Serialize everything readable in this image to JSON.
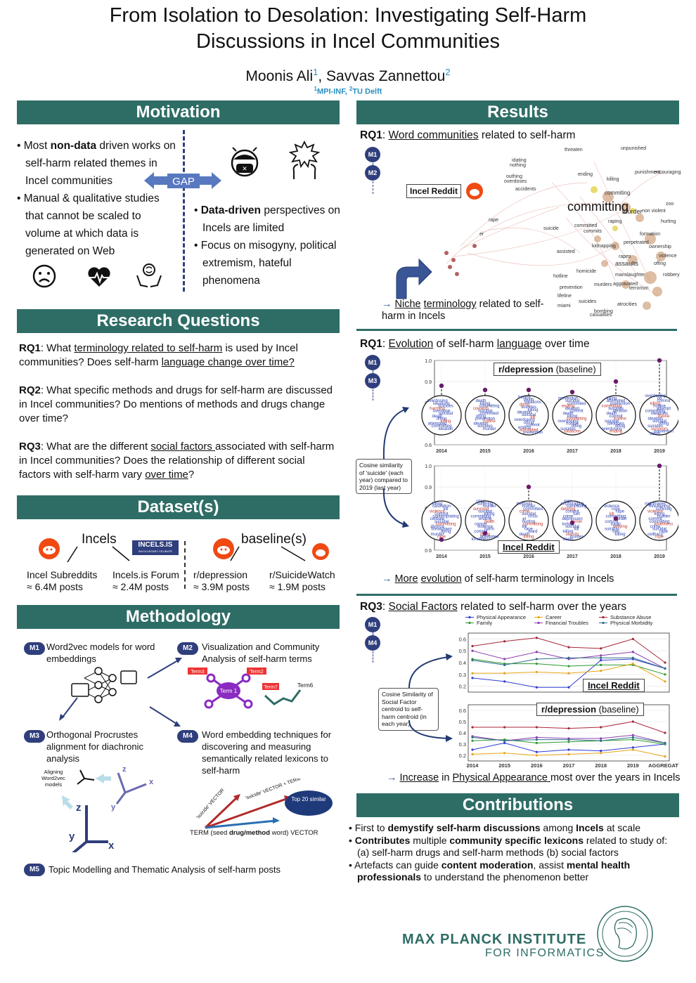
{
  "title_line1": "From Isolation to Desolation: Investigating Self-Harm",
  "title_line2": "Discussions in Incel Communities",
  "authors": {
    "a1": "Moonis Ali",
    "a1_sup": "1",
    "sep": ", ",
    "a2": "Savvas Zannettou",
    "a2_sup": "2"
  },
  "affiliations": {
    "s1": "1",
    "t1": "MPI-INF, ",
    "s2": "2",
    "t2": "TU Delft"
  },
  "motivation": {
    "header": "Motivation",
    "left_bullets": [
      {
        "pre": "Most ",
        "bold": "non-data",
        "post": " driven works on self-harm related themes in Incel communities"
      },
      {
        "pre": "Manual & qualitative studies that cannot be scaled to volume at which data is generated on Web",
        "bold": "",
        "post": ""
      }
    ],
    "gap": "GAP",
    "right_bullets": [
      {
        "bold": "Data-driven",
        "post": " perspectives on Incels are limited"
      },
      {
        "bold": "",
        "post": "Focus on misogyny, political extremism, hateful phenomena"
      }
    ]
  },
  "research_questions": {
    "header": "Research Questions",
    "rq1": {
      "label": "RQ1",
      "t1": ": What ",
      "u1": "terminology related to self-harm",
      "t2": " is used by Incel communities? Does self-harm ",
      "u2": "language change over time?",
      "t3": ""
    },
    "rq2": {
      "label": "RQ2",
      "t1": ": What specific methods and drugs for self-harm are discussed in Incel communities? Do mentions of methods and drugs change over time?"
    },
    "rq3": {
      "label": "RQ3",
      "t1": ": What are the different ",
      "u1": "social factors ",
      "t2": "associated with self-harm in Incel communities? Does the relationship of different social factors with self-harm vary ",
      "u2": "over time",
      "t3": "?"
    }
  },
  "dataset": {
    "header": "Dataset(s)",
    "incels_label": "Incels",
    "baseline_label": "baseline(s)",
    "incels_logo": "INCELS.IS",
    "incels_logo_sub": "INVOLUNTARY CELIBATE",
    "items": [
      {
        "name": "Incel Subreddits",
        "count": "≈ 6.4M posts"
      },
      {
        "name": "Incels.is Forum",
        "count": "≈ 2.4M posts"
      },
      {
        "name": "r/depression",
        "count": "≈ 3.9M posts"
      },
      {
        "name": "r/SuicideWatch",
        "count": "≈ 1.9M posts"
      }
    ]
  },
  "methodology": {
    "header": "Methodology",
    "m1": {
      "badge": "M1",
      "text": "Word2vec models for word embeddings"
    },
    "m2": {
      "badge": "M2",
      "text": "Visualization and Community Analysis of self-harm terms"
    },
    "m3": {
      "badge": "M3",
      "text": "Orthogonal Procrustes alignment for diachronic analysis"
    },
    "m4": {
      "badge": "M4",
      "text": "Word embedding techniques for discovering and measuring semantically related lexicons to self-harm"
    },
    "m5": {
      "badge": "M5",
      "text": "Topic Modelling and Thematic Analysis of self-harm posts"
    },
    "terms": {
      "term1": "Term 1",
      "term2": "Term2",
      "term3": "Term3",
      "term6": "Term6",
      "term7": "Term7"
    },
    "aligning": "Aligning Word2vec models",
    "axes": {
      "x": "x",
      "y": "y",
      "z": "z"
    },
    "vectors": {
      "suicide": "'suicide' VECTOR",
      "suicide_term": "'suicide' VECTOR + TERM VECTOR",
      "top20": "Top 20 similar",
      "term_pre": "TERM (seed ",
      "term_bold": "drug/method",
      "term_post": " word) VECTOR"
    }
  },
  "results": {
    "header": "Results",
    "rq1a": {
      "label": "RQ1",
      "pre": ": ",
      "u": "Word communities",
      "post": " related to self-harm",
      "badges": [
        "M1",
        "M2"
      ],
      "legend": "Incel Reddit",
      "big_word": "committing",
      "link_pre": "→ ",
      "link_u1": "Niche",
      "link_u2": "terminology",
      "link_post": " related to self-harm in Incels"
    },
    "rq1b": {
      "label": "RQ1",
      "pre": ": ",
      "u1": "Evolution",
      "mid": " of self-harm ",
      "u2": "language",
      "post": " over time",
      "badges": [
        "M1",
        "M3"
      ],
      "box_top": "r/depression",
      "box_top_post": " (baseline)",
      "box_bottom": "Incel Reddit",
      "note": "Cosine similarity of 'suicide' (each year) compared to 2019 (last year)",
      "link_pre": "→ ",
      "link_u1": "More",
      "link_u2": "evolution",
      "link_post": " of self-harm terminology in Incels"
    },
    "rq3": {
      "label": "RQ3",
      "pre": ": ",
      "u": "Social Factors",
      "post": " related to self-harm over the years",
      "badges": [
        "M1",
        "M4"
      ],
      "box_top": "Incel Reddit",
      "box_bottom": "r/depression",
      "box_bottom_post": " (baseline)",
      "note": "Cosine Similarity of Social Factor centroid to self-harm centroid (in each year)",
      "link_pre": "→ ",
      "link_u1": "Increase",
      "link_mid": " in ",
      "link_u2": "Physical Appearance ",
      "link_post": "most over the years in Incels"
    }
  },
  "contributions": {
    "header": "Contributions",
    "b1": {
      "pre": "First to ",
      "bold1": "demystify self-harm discussions",
      "mid": " among ",
      "bold2": "Incels",
      "post": " at scale"
    },
    "b2": {
      "bold1": "Contributes",
      "mid": " multiple ",
      "bold2": "community specific lexicons",
      "post": " related to study of: (a) self-harm drugs and self-harm methods (b) social factors"
    },
    "b3": {
      "pre": "Artefacts can guide ",
      "bold1": "content moderation",
      "mid": ", assist ",
      "bold2": "mental health professionals",
      "post": " to understand the phenomenon better"
    }
  },
  "footer": {
    "line1": "MAX PLANCK INSTITUTE",
    "line2": "FOR INFORMATICS"
  },
  "wordcloud": [
    "threaten",
    "unpunished",
    "idating",
    "nothing",
    "outhing",
    "overdoses",
    "ending",
    "punishment",
    "encouraging",
    "killing",
    "commiting",
    "accidents",
    "raping",
    "committing",
    "murder",
    "non violent",
    "zoo",
    "rape",
    "hurting",
    "committed",
    "raping",
    "suicide",
    "commits",
    "formation",
    "er",
    "perpetrated",
    "ownership",
    "homicide",
    "assaults",
    "offing",
    "robbery",
    "hotline",
    "manslaughter",
    "murders",
    "aggravated",
    "terrorism",
    "prevention",
    "lifeline",
    "suicides",
    "bombing",
    "casualties",
    "atrocities",
    "miami",
    "assisted",
    "kidnapping",
    "violence",
    "rapes"
  ],
  "chart_data": [
    {
      "type": "scatter",
      "title": "r/depression (baseline)",
      "x": [
        2014,
        2015,
        2016,
        2017,
        2018,
        2019
      ],
      "y": [
        0.88,
        0.86,
        0.86,
        0.85,
        0.9,
        1.0
      ],
      "ylim": [
        0.6,
        1.0
      ],
      "yticks": [
        0.6,
        0.7,
        0.8,
        0.9,
        1.0
      ],
      "word_clusters": [
        [
          "overdosing",
          "ideations",
          "suicides",
          "harming",
          "overdose",
          "suicidal",
          "death",
          "offing",
          "killing",
          "attempted",
          "committing",
          "ideation"
        ],
        [
          "death",
          "killing",
          "committing",
          "cowards",
          "suicidal",
          "commited",
          "offing",
          "prevention",
          "hotline",
          "ideation",
          "suicides",
          "murder"
        ],
        [
          "hotline",
          "death",
          "ideations",
          "dying",
          "suicides",
          "killing",
          "ideation",
          "suicidal",
          "kill",
          "overdosing",
          "offing",
          "commit",
          "ending",
          "attempted",
          "prevention"
        ],
        [
          "prevention",
          "suicidal",
          "commited",
          "ending",
          "ideation",
          "commit",
          "death",
          "killing",
          "committing",
          "overdosing",
          "hotline",
          "offing",
          "suicides",
          "ideations"
        ],
        [
          "killing",
          "attempted",
          "prevention",
          "committing",
          "suicides",
          "ideation",
          "death",
          "commit",
          "hotline",
          "suicidal",
          "ideations",
          "offing",
          "overdosing",
          "ending"
        ],
        [
          "overdosing",
          "od",
          "commit",
          "killing",
          "hotline",
          "attempt",
          "committing",
          "ideations",
          "lifeline",
          "ideation",
          "suicidal",
          "offing",
          "suicides",
          "survivors",
          "prevention",
          "death"
        ]
      ]
    },
    {
      "type": "scatter",
      "title": "Incel Reddit",
      "x": [
        2014,
        2015,
        2016,
        2017,
        2018,
        2019
      ],
      "y": [
        0.65,
        0.68,
        0.9,
        0.73,
        0.75,
        1.0
      ],
      "ylim": [
        0.6,
        1.0
      ],
      "yticks": [
        0.6,
        0.7,
        0.8,
        0.9,
        1.0
      ],
      "word_clusters": [
        [
          "killing",
          "castration",
          "kill",
          "violence",
          "commit",
          "contemplating",
          "celibate",
          "suicidal",
          "committing",
          "divorce",
          "breakdown",
          "dying",
          "murder",
          "rape"
        ],
        [
          "crisis",
          "suffering",
          "murder",
          "survived",
          "suicidal",
          "killing",
          "committing",
          "ending",
          "death",
          "cancer",
          "violence",
          "harm",
          "commit",
          "dying",
          "attempted",
          "loneliness"
        ],
        [
          "methods",
          "murder",
          "committed",
          "crime",
          "suicidal",
          "crisis",
          "er",
          "hurting",
          "committing",
          "kill",
          "rape",
          "ward",
          "death",
          "killing"
        ],
        [
          "rope",
          "encouraging",
          "committing",
          "deleting",
          "commit",
          "fuel",
          "crime",
          "depression",
          "heroin",
          "torture",
          "suicidal",
          "kill",
          "killing",
          "obesity",
          "murder",
          "death"
        ],
        [
          "violence",
          "rope",
          "rape",
          "kill",
          "committing",
          "murder",
          "commit",
          "tragic",
          "bullying",
          "suicidal",
          "fuel",
          "killing"
        ],
        [
          "nightmares",
          "threatening",
          "suffering",
          "violence",
          "killing",
          "murder",
          "commit",
          "committing",
          "loneliness",
          "crime",
          "suicidal",
          "rape",
          "celibacy",
          "rope"
        ]
      ]
    },
    {
      "type": "line",
      "title": "Incel Reddit",
      "categories": [
        "2014",
        "2015",
        "2016",
        "2017",
        "2018",
        "2019",
        "AGGREGATE"
      ],
      "ylim": [
        0.15,
        0.65
      ],
      "yticks": [
        0.2,
        0.3,
        0.4,
        0.5,
        0.6
      ],
      "legend": "top",
      "series": [
        {
          "name": "Physical Appearance",
          "color": "#2f3bd6",
          "values": [
            0.27,
            0.24,
            0.19,
            0.19,
            0.42,
            0.43,
            0.35
          ]
        },
        {
          "name": "Family",
          "color": "#2a9a2f",
          "values": [
            0.43,
            0.39,
            0.39,
            0.37,
            0.38,
            0.38,
            0.3
          ]
        },
        {
          "name": "Career",
          "color": "#e8a516",
          "values": [
            0.31,
            0.31,
            0.32,
            0.31,
            0.33,
            0.39,
            0.24
          ]
        },
        {
          "name": "Financial Troubles",
          "color": "#8b3fb0",
          "values": [
            0.5,
            0.43,
            0.49,
            0.43,
            0.46,
            0.49,
            0.35
          ]
        },
        {
          "name": "Substance Abuse",
          "color": "#a8293a",
          "values": [
            0.54,
            0.58,
            0.61,
            0.53,
            0.52,
            0.6,
            0.4
          ]
        },
        {
          "name": "Physical Morbidity",
          "color": "#2f6f8a",
          "values": [
            0.42,
            0.38,
            0.43,
            0.44,
            0.44,
            0.44,
            0.35
          ]
        }
      ]
    },
    {
      "type": "line",
      "title": "r/depression (baseline)",
      "categories": [
        "2014",
        "2015",
        "2016",
        "2017",
        "2018",
        "2019",
        "AGGREGATE"
      ],
      "ylim": [
        0.15,
        0.65
      ],
      "yticks": [
        0.2,
        0.3,
        0.4,
        0.5,
        0.6
      ],
      "series": [
        {
          "name": "Physical Appearance",
          "color": "#2f3bd6",
          "values": [
            0.25,
            0.31,
            0.23,
            0.25,
            0.24,
            0.27,
            0.3
          ]
        },
        {
          "name": "Family",
          "color": "#2a9a2f",
          "values": [
            0.33,
            0.34,
            0.31,
            0.32,
            0.33,
            0.34,
            0.3
          ]
        },
        {
          "name": "Career",
          "color": "#e8a516",
          "values": [
            0.21,
            0.22,
            0.2,
            0.21,
            0.22,
            0.25,
            0.19
          ]
        },
        {
          "name": "Financial Troubles",
          "color": "#8b3fb0",
          "values": [
            0.37,
            0.33,
            0.36,
            0.35,
            0.35,
            0.38,
            0.31
          ]
        },
        {
          "name": "Substance Abuse",
          "color": "#a8293a",
          "values": [
            0.45,
            0.45,
            0.45,
            0.44,
            0.45,
            0.5,
            0.4
          ]
        },
        {
          "name": "Physical Morbidity",
          "color": "#2f6f8a",
          "values": [
            0.36,
            0.33,
            0.34,
            0.34,
            0.33,
            0.36,
            0.31
          ]
        }
      ]
    }
  ]
}
